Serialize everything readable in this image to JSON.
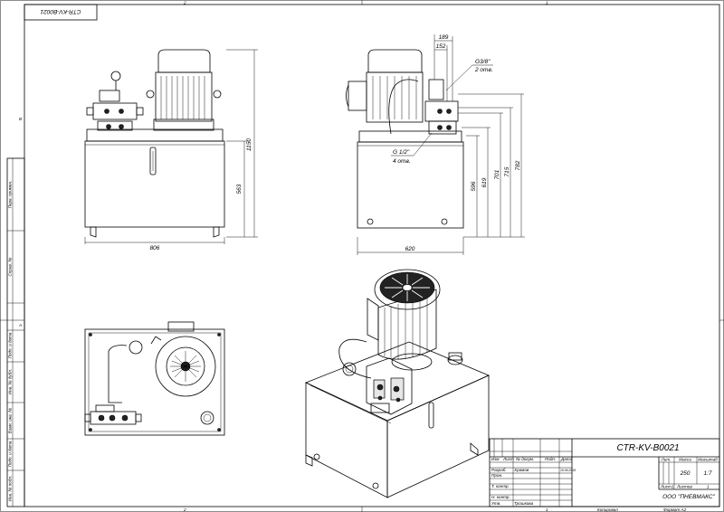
{
  "document": {
    "code": "CTR-KV-B0021",
    "code_rotated": "CTR-KV-B0021",
    "company": "ООО \"ПНЕВМАКС\"",
    "mass": "250",
    "scale": "1:7",
    "sheet_label": "Лист",
    "sheet_num": "1",
    "sheets_label": "Листов",
    "sheets_num": "1",
    "format_label": "Формат А2",
    "copied_label": "Копировал"
  },
  "title_block": {
    "col_headers": [
      "Лит.",
      "Масса",
      "Масштаб"
    ],
    "row_headers": [
      "Изм",
      "Лист",
      "№ докум.",
      "Подп.",
      "Дата"
    ],
    "roles": [
      "Разраб.",
      "Пров.",
      "Т. контр.",
      "Н. контр.",
      "Утв."
    ],
    "developer_name": "Храмов",
    "developer_date": "19.06.2019",
    "approver_name": "Трошкова"
  },
  "side_stamp": {
    "labels": [
      "Перв. примен.",
      "Справ. №",
      "Подп. и дата",
      "Инв. № дубл.",
      "Взам. инв. №",
      "Подп. и дата",
      "Инв. № подл."
    ]
  },
  "zones": {
    "top": [
      "2",
      "1"
    ],
    "bottom": [
      "2",
      "1"
    ],
    "left": [
      "В",
      "А"
    ]
  },
  "dimensions": {
    "front_width": "806",
    "front_tank_height": "563",
    "front_total_height": "1150",
    "side_width": "620",
    "side_heights": [
      "596",
      "619",
      "701",
      "715",
      "782"
    ],
    "side_top": [
      "189",
      "152"
    ],
    "port_g38": "G3/8\"",
    "port_g38_count": "2 отв.",
    "port_g12": "G 1/2\"",
    "port_g12_count": "4 отв."
  }
}
